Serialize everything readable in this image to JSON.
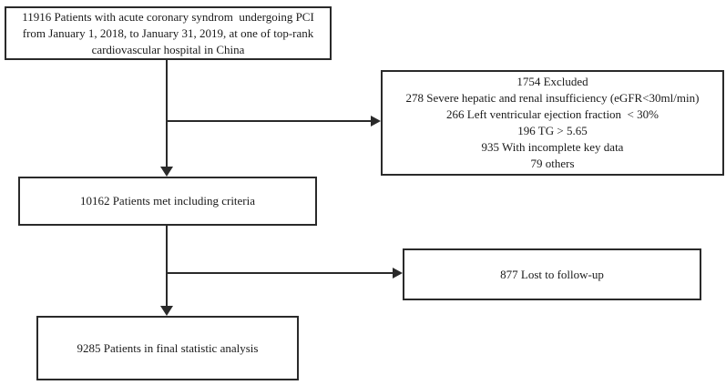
{
  "flowchart": {
    "type": "patient-flow-diagram",
    "colors": {
      "background": "#ffffff",
      "line": "#2a2a2a",
      "text": "#1a1a1a"
    },
    "nodes": {
      "initial": {
        "lines": [
          "11916 Patients with acute coronary syndrom  undergoing PCI",
          "from January 1, 2018, to January 31, 2019, at one of top-rank",
          "cardiovascular hospital in China"
        ]
      },
      "excluded": {
        "lines": [
          "1754 Excluded",
          "278 Severe hepatic and renal insufficiency (eGFR<30ml/min)",
          "266 Left ventricular ejection fraction  < 30%",
          "196 TG > 5.65",
          "935 With incomplete key data",
          "79 others"
        ]
      },
      "met_criteria": {
        "lines": [
          "10162 Patients met including criteria"
        ]
      },
      "lost_followup": {
        "lines": [
          "877 Lost to follow-up"
        ]
      },
      "final_analysis": {
        "lines": [
          "9285 Patients in final statistic analysis"
        ]
      }
    }
  }
}
